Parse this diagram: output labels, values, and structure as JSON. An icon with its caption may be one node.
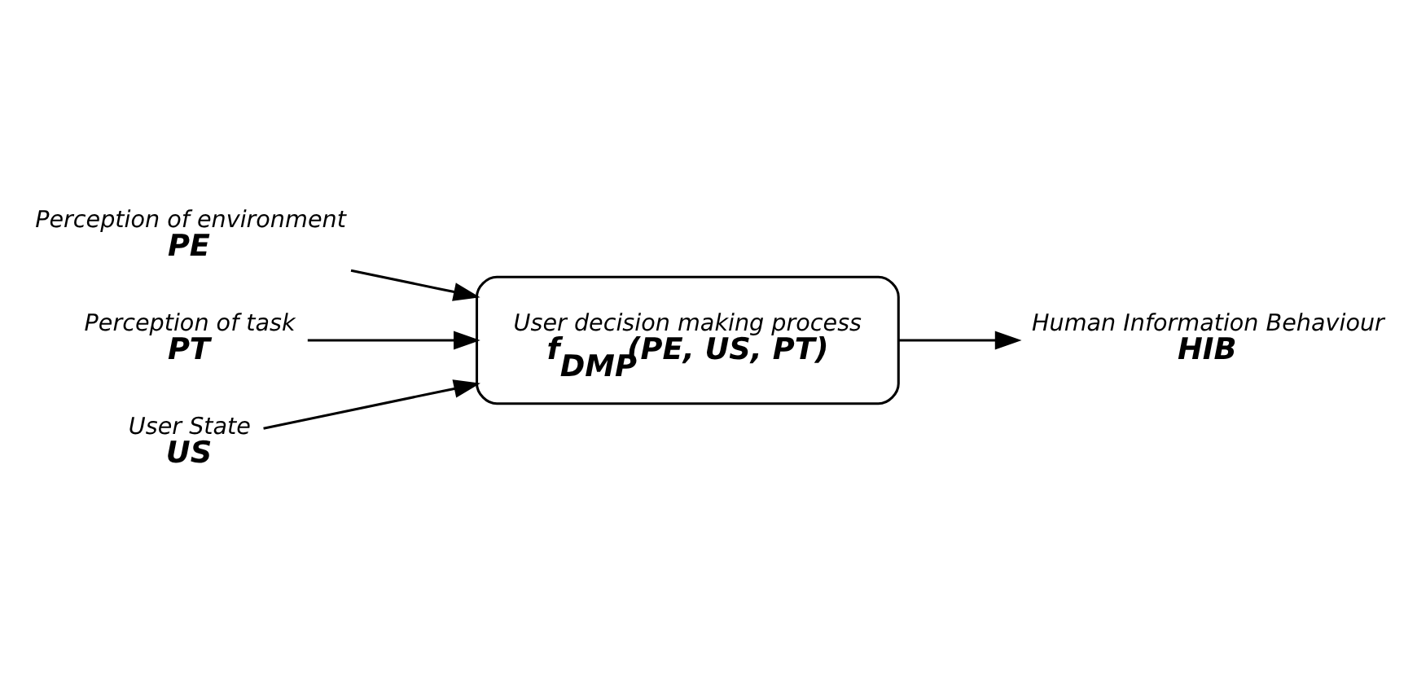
{
  "diagram": {
    "nodes": [
      {
        "text": [
          "Perception of environment",
          "PE"
        ]
      },
      {
        "text": [
          "Perception of task",
          "PT"
        ]
      },
      {
        "text": [
          "User State",
          "US"
        ]
      },
      {
        "text": [
          "User decision making process",
          "f$_{DMP}$(PE, US, PT)"
        ]
      },
      {
        "text": [
          "Human Information Behaviour",
          "HIB"
        ]
      }
    ],
    "edges": [
      {
        "from": 0,
        "to": 3,
        "arrow": "to"
      },
      {
        "from": 1,
        "to": 3,
        "arrow": "to"
      },
      {
        "from": 2,
        "to": 3,
        "arrow": "to"
      },
      {
        "from": 3,
        "to": 4,
        "arrow": "to"
      }
    ]
  }
}
